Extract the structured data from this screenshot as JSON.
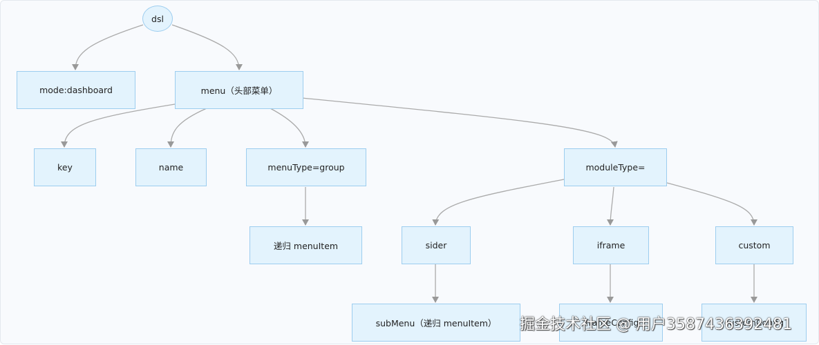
{
  "diagram": {
    "nodes": {
      "dsl": "dsl",
      "mode": "mode:dashboard",
      "menu": "menu（头部菜单）",
      "key": "key",
      "name": "name",
      "menuType": "menuType=group",
      "moduleType": "moduleType=",
      "recursive": "递归 menuItem",
      "sider": "sider",
      "iframe": "iframe",
      "custom": "custom",
      "subMenu": "subMenu（递归 menuItem）",
      "iframeConfig": "iframeConfig",
      "customConfig": "customConfig"
    }
  },
  "watermark": "掘金技术社区 @ 用户3587436392481",
  "colors": {
    "node_fill": "#e3f3fd",
    "node_border": "#9ccdef",
    "edge": "#aaaaaa"
  }
}
